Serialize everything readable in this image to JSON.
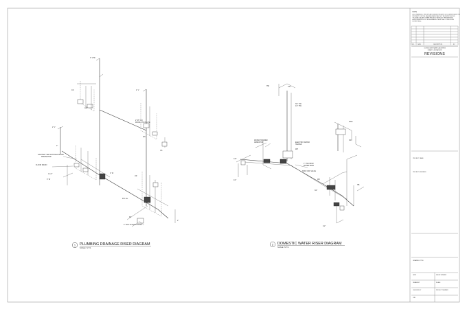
{
  "sheet": {
    "note_heading": "NOTE",
    "note_lines": [
      "ALL DRAWINGS, SPECIFICATIONS AND RELATED DOCUMENTS ARE THE",
      "PROPERTY OF THE ENGINEER AND MAY NOT BE REPRODUCED",
      "OR USED ON ANY OTHER PROJECT WITHOUT THE WRITTEN",
      "AUTHORIZATION OF THE ENGINEER. VERIFY ALL CONDITIONS",
      "IN THE FIELD."
    ],
    "revision_table": {
      "columns": [
        "NO.",
        "DATE",
        "DESCRIPTION",
        "BY"
      ],
      "header_line1": "CONSULTANT NAME & ADDRESS",
      "header_line2": "STAMP & SIGNATURE",
      "revisions_label": "REVISIONS"
    },
    "project_fields": [
      "PROJECT NAME",
      "PROJECT ADDRESS"
    ],
    "drawing_title_label": "DRAWING TITLE",
    "info_fields": [
      [
        "DATE",
        "SHEET NUMBER"
      ],
      [
        "DRAWN BY",
        "SCALE"
      ],
      [
        "CHECKED BY",
        "PROJECT NUMBER"
      ],
      [
        "JOB",
        ""
      ]
    ]
  },
  "diagrams": [
    {
      "number": "1",
      "title": "PLUMBING DRAINAGE RISER DIAGRAM",
      "scale": "SCALE: N.T.S."
    },
    {
      "number": "2",
      "title": "DOMESTIC WATER RISER DIAGRAM",
      "scale": "SCALE: N.T.S."
    }
  ],
  "drainage_labels": {
    "vtr": "3\" VTR",
    "vent_top": "2\" V",
    "vent_mid": "2\" V",
    "cleanout": "CO",
    "fco_note_1": "2\" 45° CO",
    "fco_note_2": "FROM A TIN PLATE",
    "waste": "4\" W",
    "waste2": "3\" W",
    "tee_note_1": "SANITARY TEE WITH BACKFLOW",
    "tee_note_2": "PREVENTER",
    "floor_drain": "FLOOR DRAIN",
    "cs": "CS",
    "wc": "WC",
    "lav": "LAV",
    "ur": "UR",
    "fd": "FD",
    "bldg_drain": "4\" SAN TO BLDG DRAIN",
    "invert": "INV. EL.",
    "small": "2\"",
    "small15": "1-1/2\""
  },
  "water_labels": {
    "cw": "CW",
    "hw": "HW",
    "cw_size": "3/4\" CW",
    "hw_size": "1/2\" HW",
    "wh": "WH",
    "ewh_1": "ELECTRIC WATER",
    "ewh_2": "HEATER",
    "main_1": "1\" CW FROM",
    "main_2": "WATER MAIN",
    "shock": "WATER HAMMER",
    "arrestor": "ARRESTOR",
    "valve": "SHUT-OFF VALVE",
    "sink": "SINK",
    "lav": "LAV",
    "wc": "WC",
    "size34": "3/4\"",
    "size12": "1/2\"",
    "hb": "HB"
  }
}
